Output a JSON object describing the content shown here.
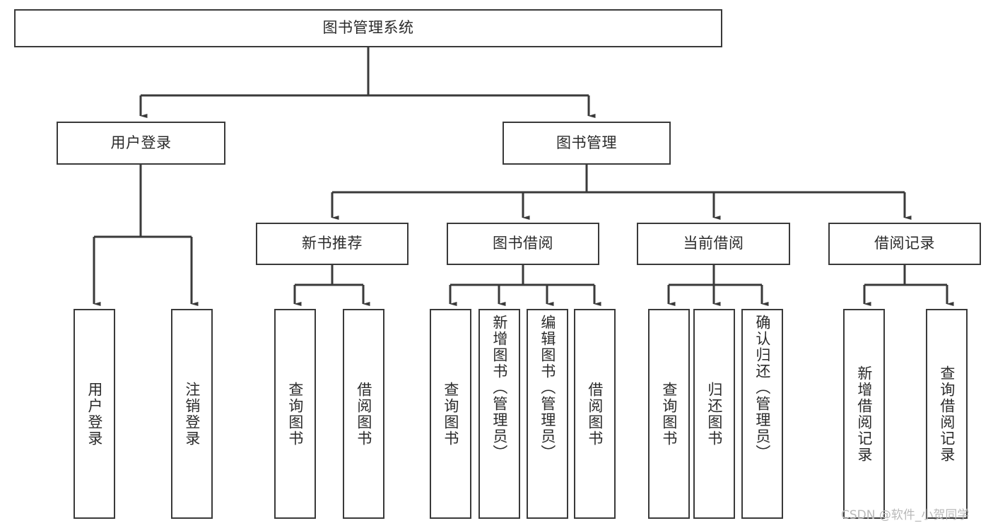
{
  "diagram": {
    "title": "图书管理系统",
    "type": "tree",
    "watermark": "CSDN @软件_小贺同学",
    "colors": {
      "box_border": "#3a3a3a",
      "box_fill": "#ffffff",
      "text": "#2b2b2b",
      "edge": "#3a3a3a",
      "watermark": "#b9b9b9",
      "background": "#ffffff"
    },
    "nodes": {
      "root": {
        "label": "图书管理系统"
      },
      "level1": [
        {
          "id": "user-login",
          "label": "用户登录"
        },
        {
          "id": "book-manage",
          "label": "图书管理"
        }
      ],
      "level2": [
        {
          "id": "new-book-recommend",
          "label": "新书推荐"
        },
        {
          "id": "book-borrow",
          "label": "图书借阅"
        },
        {
          "id": "current-borrow",
          "label": "当前借阅"
        },
        {
          "id": "borrow-record",
          "label": "借阅记录"
        }
      ],
      "leaves": {
        "user_login": [
          {
            "id": "leaf-user-login",
            "label": "用户登录"
          },
          {
            "id": "leaf-logout-login",
            "label": "注销登录"
          }
        ],
        "new_book_recommend": [
          {
            "id": "leaf-query-book-1",
            "label": "查询图书"
          },
          {
            "id": "leaf-borrow-book-1",
            "label": "借阅图书"
          }
        ],
        "book_borrow": [
          {
            "id": "leaf-query-book-2",
            "label": "查询图书"
          },
          {
            "id": "leaf-add-book",
            "label": "新增图书（管理员）"
          },
          {
            "id": "leaf-edit-book",
            "label": "编辑图书（管理员）"
          },
          {
            "id": "leaf-borrow-book-2",
            "label": "借阅图书"
          }
        ],
        "current_borrow": [
          {
            "id": "leaf-query-book-3",
            "label": "查询图书"
          },
          {
            "id": "leaf-return-book",
            "label": "归还图书"
          },
          {
            "id": "leaf-confirm-return",
            "label": "确认归还（管理员）"
          }
        ],
        "borrow_record": [
          {
            "id": "leaf-add-record",
            "label": "新增借阅记录"
          },
          {
            "id": "leaf-query-record",
            "label": "查询借阅记录"
          }
        ]
      }
    }
  }
}
